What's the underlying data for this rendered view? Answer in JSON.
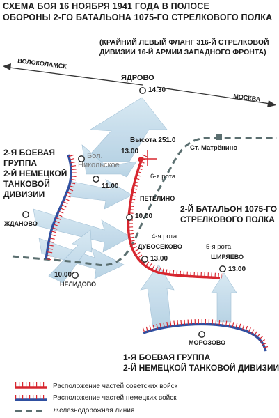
{
  "title": {
    "line1": "СХЕМА БОЯ 16 НОЯБРЯ 1941 ГОДА В ПОЛОСЕ",
    "line2": "ОБОРОНЫ 2-ГО БАТАЛЬОНА 1075-ГО СТРЕЛКОВОГО ПОЛКА"
  },
  "subtitle": {
    "line1": "(КРАЙНИЙ ЛЕВЫЙ ФЛАНГ 316-Й СТРЕЛКОВОЙ",
    "line2": "ДИВИЗИИ 16-Й АРМИИ ЗАПАДНОГО ФРОНТА)"
  },
  "directions": {
    "left": "ВОЛОКОЛАМСК",
    "right": "МОСКВА"
  },
  "places": {
    "yadrovo": {
      "name": "ЯДРОВО",
      "time": "14.30"
    },
    "height": {
      "name": "Высота 251.0",
      "time": "13.00"
    },
    "nikolskoe": {
      "line1": "Бол.",
      "line2": "Никольское"
    },
    "station": {
      "name": "Ст. Матрёнино"
    },
    "zhdanovo": {
      "name": "ЖДАНОВО"
    },
    "petelino": {
      "name": "ПЕТЕЛИНО",
      "time": "10.00"
    },
    "dubosekovo": {
      "name": "ДУБОСЕКОВО",
      "time": "13.00"
    },
    "shiryaevo": {
      "name": "ШИРЯЕВО",
      "time": "13.00"
    },
    "nelidovo": {
      "name": "НЕЛИДОВО",
      "time": "10.00"
    },
    "morozovo": {
      "name": "МОРОЗОВО"
    }
  },
  "attack_times": {
    "center": "11.00"
  },
  "companies": {
    "sixth": "6-я рота",
    "fourth": "4-я рота",
    "fifth": "5-я рота"
  },
  "groups": {
    "second_german": {
      "line1": "2-Я БОЕВАЯ",
      "line2": "ГРУППА",
      "line3": "2-Й НЕМЕЦКОЙ",
      "line4": "ТАНКОВОЙ",
      "line5": "ДИВИЗИИ"
    },
    "soviet_battalion": {
      "line1": "2-Й БАТАЛЬОН 1075-ГО",
      "line2": "СТРЕЛКОВОГО ПОЛКА"
    },
    "first_german": {
      "line1": "1-Я БОЕВАЯ ГРУППА",
      "line2": "2-Й НЕМЕЦКОЙ ТАНКОВОЙ ДИВИЗИИ"
    }
  },
  "legend": {
    "soviet": "Расположение частей советских войск",
    "german": "Расположение частей немецких войск",
    "railway": "Железнодорожная линия"
  },
  "colors": {
    "soviet": "#d7262f",
    "german": "#2f4fa0",
    "railway": "#5b6f70",
    "arrow": "#c4dcea",
    "ink": "#1a1a1a"
  }
}
